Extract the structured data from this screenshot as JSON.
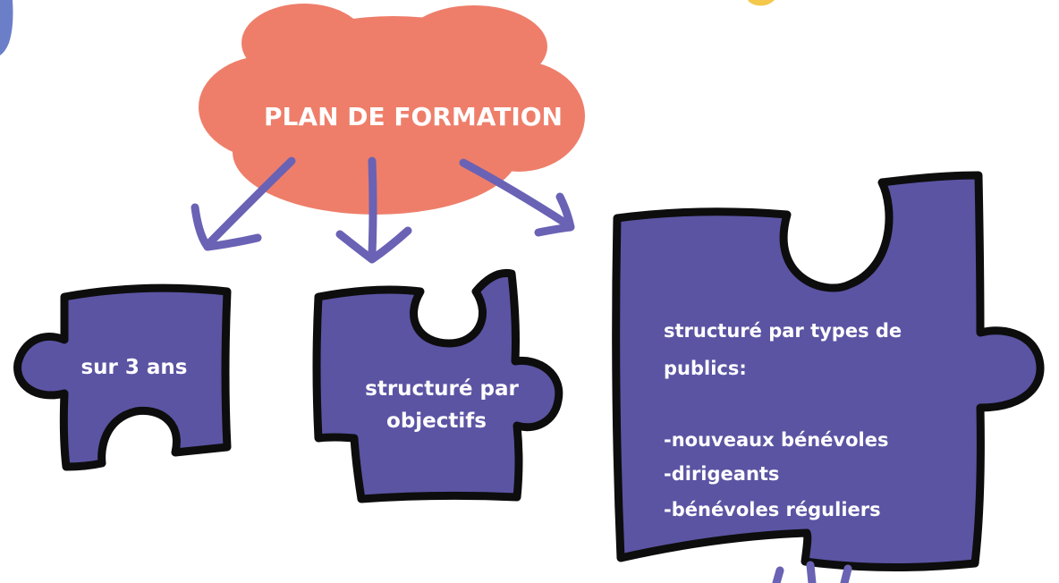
{
  "cloud": {
    "title": "PLAN DE FORMATION"
  },
  "pieces": [
    {
      "lines": [
        "sur 3 ans"
      ]
    },
    {
      "lines": [
        "structuré par",
        "objectifs"
      ]
    },
    {
      "lines": [
        "structuré par types de",
        "publics:",
        "",
        "-nouveaux bénévoles",
        "-dirigeants",
        "-bénévoles réguliers"
      ]
    }
  ],
  "colors": {
    "cloud": "#ee7e6a",
    "piece_fill": "#5b54a3",
    "piece_stroke": "#0d0d0d",
    "arrow": "#6a62b4",
    "text_light": "#ffffff",
    "corner_accent": "#6b7fc9",
    "top_accent": "#f3c84b"
  }
}
